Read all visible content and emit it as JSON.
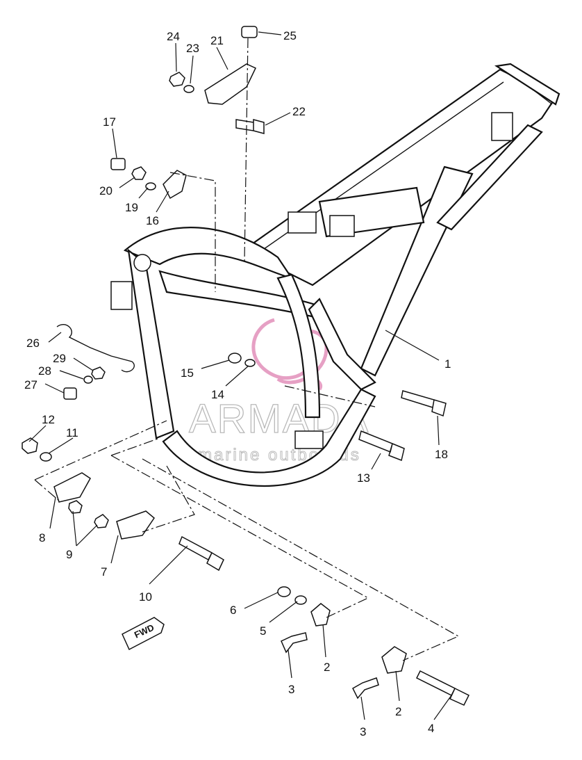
{
  "diagram": {
    "watermark": {
      "brand": "ARMADA",
      "tagline": "marine outboards",
      "logo_color": "#e6a0c4"
    },
    "fwd_label": "FWD",
    "callouts": [
      {
        "id": "c1",
        "label": "1"
      },
      {
        "id": "c2a",
        "label": "2"
      },
      {
        "id": "c2b",
        "label": "2"
      },
      {
        "id": "c3a",
        "label": "3"
      },
      {
        "id": "c3b",
        "label": "3"
      },
      {
        "id": "c4",
        "label": "4"
      },
      {
        "id": "c5",
        "label": "5"
      },
      {
        "id": "c6",
        "label": "6"
      },
      {
        "id": "c7",
        "label": "7"
      },
      {
        "id": "c8",
        "label": "8"
      },
      {
        "id": "c9",
        "label": "9"
      },
      {
        "id": "c10",
        "label": "10"
      },
      {
        "id": "c11",
        "label": "11"
      },
      {
        "id": "c12",
        "label": "12"
      },
      {
        "id": "c13",
        "label": "13"
      },
      {
        "id": "c14",
        "label": "14"
      },
      {
        "id": "c15",
        "label": "15"
      },
      {
        "id": "c16",
        "label": "16"
      },
      {
        "id": "c17",
        "label": "17"
      },
      {
        "id": "c18",
        "label": "18"
      },
      {
        "id": "c19",
        "label": "19"
      },
      {
        "id": "c20",
        "label": "20"
      },
      {
        "id": "c21",
        "label": "21"
      },
      {
        "id": "c22",
        "label": "22"
      },
      {
        "id": "c23",
        "label": "23"
      },
      {
        "id": "c24",
        "label": "24"
      },
      {
        "id": "c25",
        "label": "25"
      },
      {
        "id": "c26",
        "label": "26"
      },
      {
        "id": "c27",
        "label": "27"
      },
      {
        "id": "c28",
        "label": "28"
      },
      {
        "id": "c29",
        "label": "29"
      }
    ]
  }
}
